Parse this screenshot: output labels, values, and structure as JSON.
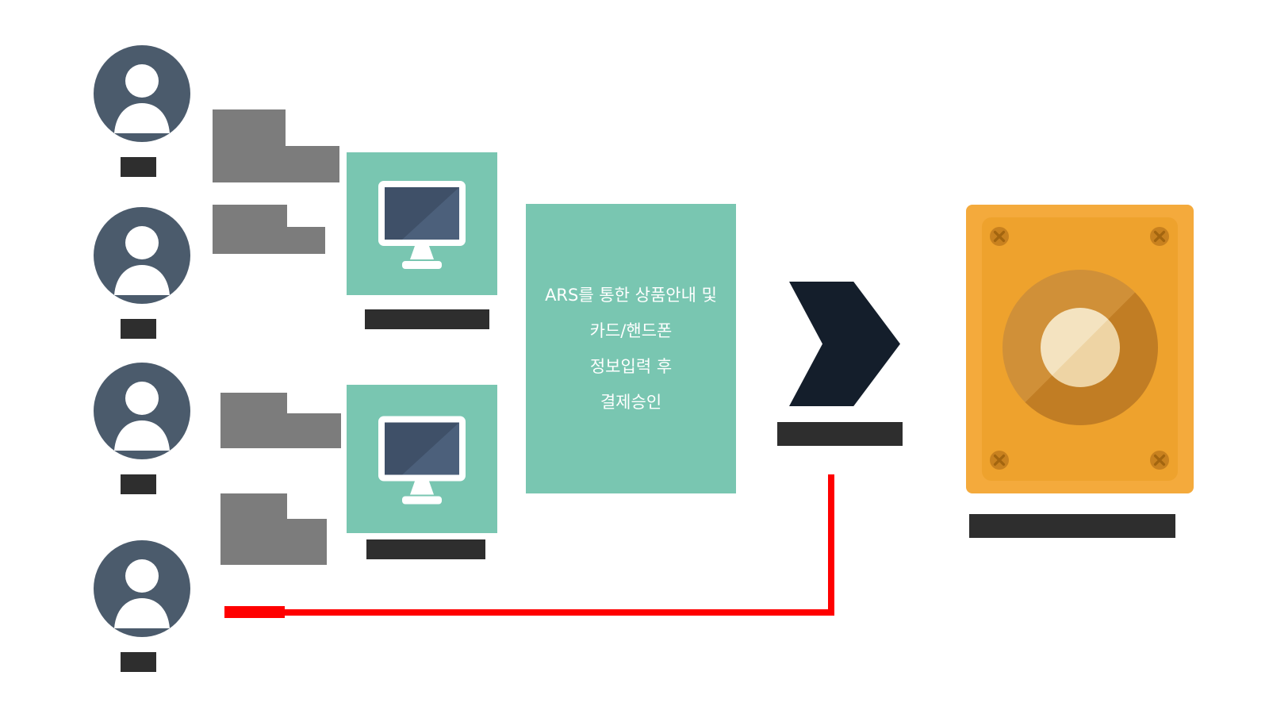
{
  "colors": {
    "teal": "#79c6b1",
    "avatar_bg": "#4b5b6c",
    "bar_dark": "#2e2e2e",
    "arrow_gray": "#7c7c7c",
    "chevron_navy": "#141e2b",
    "speaker_outer": "#f4aa3c",
    "speaker_inner": "#eea22d",
    "speaker_circle_light": "#d09038",
    "speaker_circle_dark": "#c17d24",
    "speaker_core_light": "#f4e3c0",
    "speaker_core_dark": "#eed4a4",
    "screw": "#c8811f",
    "screw_cross": "#a3650f",
    "monitor_screen": "#3f5068",
    "monitor_screen_light": "#4c607b",
    "red_line": "#ff0000",
    "white": "#ffffff"
  },
  "icons": {
    "user_avatar": "person-silhouette-in-circle",
    "monitor": "desktop-computer-monitor",
    "chevron": "right-pointing-chevron-arrow",
    "speaker": "intercom-speaker-box",
    "screw": "corner-screw",
    "connector": "gray-block-connector",
    "red_line": "red-elbow-connector-line"
  },
  "ars_box": {
    "lines": [
      "ARS를 통한 상품안내 및",
      "카드/핸드폰",
      "정보입력 후",
      "결제승인"
    ]
  }
}
